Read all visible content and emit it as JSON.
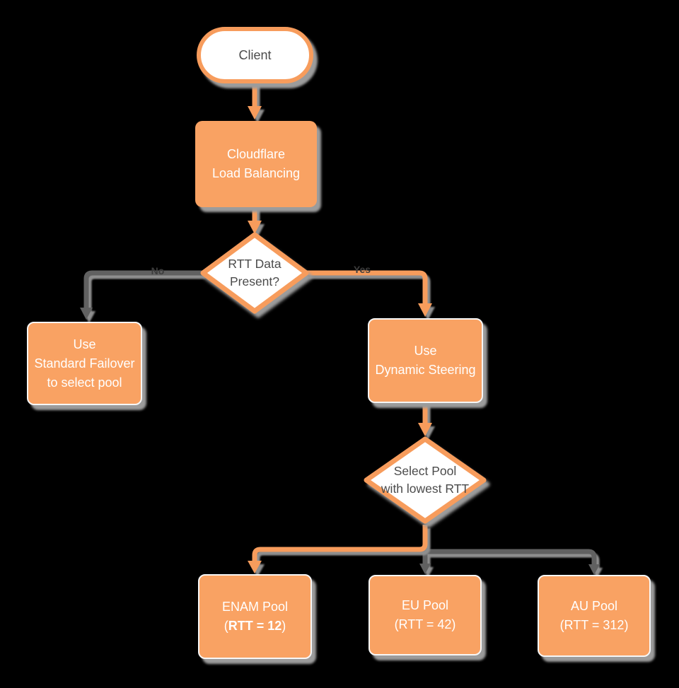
{
  "colors": {
    "background": "#000000",
    "orange": "#F79C5C",
    "orange_fill": "#F9A263",
    "gray_line": "#616161",
    "shadow": "#9C9C9C",
    "text_dark": "#4B4B4B",
    "text_light": "#FFFFFF",
    "label_dark": "#3C3C3C"
  },
  "nodes": {
    "client": {
      "label": "Client"
    },
    "load_balancing": {
      "lines": [
        "Cloudflare",
        "Load Balancing"
      ]
    },
    "rtt_decision": {
      "lines": [
        "RTT Data",
        "Present?"
      ]
    },
    "standard_failover": {
      "lines": [
        "Use",
        "Standard Failover",
        "to select pool"
      ]
    },
    "dynamic_steering": {
      "lines": [
        "Use",
        "Dynamic Steering"
      ]
    },
    "select_pool": {
      "lines": [
        "Select Pool",
        "with lowest RTT"
      ]
    },
    "enam_pool": {
      "line1": "ENAM Pool",
      "line2_open": "(",
      "line2_bold": "RTT = 12",
      "line2_close": ")"
    },
    "eu_pool": {
      "lines": [
        "EU Pool",
        "(RTT = 42)"
      ]
    },
    "au_pool": {
      "lines": [
        "AU Pool",
        "(RTT = 312)"
      ]
    }
  },
  "edge_labels": {
    "no": "No",
    "yes": "Yes"
  }
}
